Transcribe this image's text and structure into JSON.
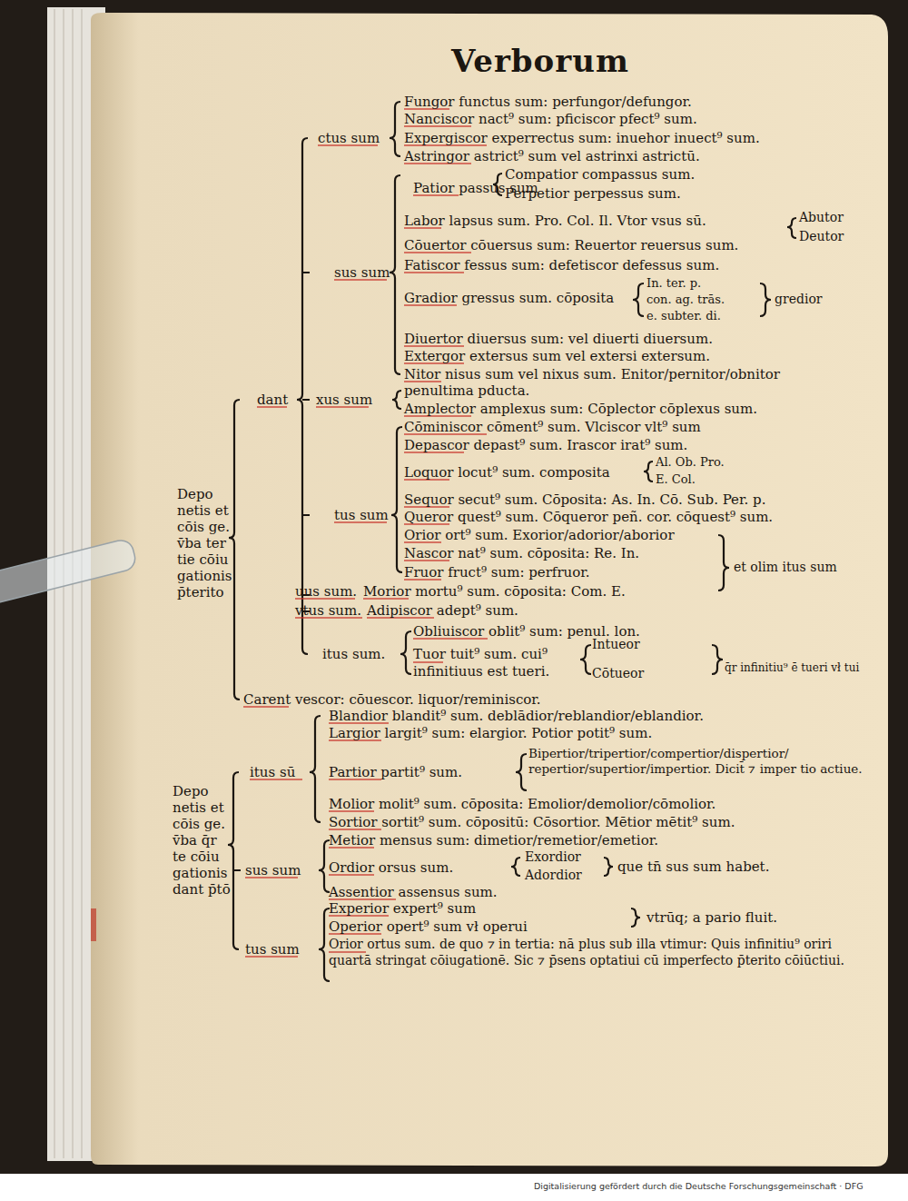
{
  "diagram": {
    "title": "Verborum",
    "labels": [
      "Fungor functus sum: perfungor/defungor.",
      "Nanciscor nact⁹ sum: pficiscor pfect⁹ sum.",
      "ctus sum",
      "Expergiscor experrectus sum: inuehor inuect⁹ sum.",
      "Astringor astrict⁹ sum vel astrinxi astrictū.",
      "Compatior compassus sum.",
      "Patior passus sum",
      "Perpetior perpessus sum.",
      "Labor lapsus sum. Pro. Col. Il. Vtor vsus sū.",
      "Abutor",
      "Deutor",
      "Cōuertor cōuersus sum: Reuertor reuersus sum.",
      "sus sum",
      "Fatiscor fessus sum: defetiscor defessus sum.",
      "In. ter. p.",
      "Gradior gressus sum. cōposita",
      "con. ag. trās.",
      "gredior",
      "e. subter. di.",
      "Diuertor diuersus sum: vel diuerti diuersum.",
      "Extergor extersus sum vel extersi extersum.",
      "Nitor nisus sum vel nixus sum. Enitor/pernitor/obnitor",
      "penultima pducta.",
      "dant",
      "xus sum",
      "Amplector amplexus sum: Cōplector cōplexus sum.",
      "Cōminiscor cōment⁹ sum. Vlciscor vlt⁹ sum",
      "Depascor depast⁹ sum. Irascor irat⁹ sum.",
      "Al. Ob. Pro.",
      "Loquor locut⁹ sum. composita",
      "E. Col.",
      "Depo netis et cōis ge. v̄ba ter tie cōiu gationis p̄terito",
      "Sequor secut⁹ sum. Cōposita: As. In. Cō. Sub. Per. p.",
      "tus sum",
      "Queror quest⁹ sum. Cōqueror peñ. cor. cōquest⁹ sum.",
      "Orior ort⁹ sum. Exorior/adorior/aborior",
      "Nascor nat⁹ sum. cōposita: Re. In.",
      "et olim itus sum",
      "Fruor fruct⁹ sum: perfruor.",
      "uus sum.",
      "Morior mortu⁹ sum. cōposita: Com. E.",
      "vtus sum.",
      "Adipiscor adept⁹ sum.",
      "Obliuiscor oblit⁹ sum: penul. lon.",
      "Intueor",
      "itus sum.",
      "Tuor tuit⁹ sum. cui⁹ infinitiuus est tueri.",
      "q̄r infinitiu⁹ ē tueri vł tui",
      "Cōtueor",
      "Carent vescor: cōuescor. liquor/reminiscor.",
      "Blandior blandit⁹ sum. deblādior/reblandior/eblandior.",
      "Largior largit⁹ sum: elargior. Potior potit⁹ sum.",
      "Bipertior/tripertior/compertior/dispertior/ repertior/supertior/impertior. Dicit̄ ⁊ imper tio actiue.",
      "itus sū",
      "Partior partit⁹ sum.",
      "Depo netis et cōis ge. v̄ba q̄r te cōiu gationis dant p̄tō",
      "Molior molit⁹ sum. cōposita: Emolior/demolior/cōmolior.",
      "Sortior sortit⁹ sum. cōpositū: Cōsortior. Mētior mētit⁹ sum.",
      "Metior mensus sum: dimetior/remetior/emetior.",
      "Exordior",
      "Ordior orsus sum.",
      "que tn̄ sus sum habet.",
      "sus sum",
      "Adordior",
      "Assentior assensus sum.",
      "Experior expert⁹ sum",
      "vtrūq; a pario fluit.",
      "Operior opert⁹ sum vł operui",
      "tus sum",
      "Orior ortus sum. de quo ⁊ in tertia: nā plus sub illa vtimur: Quis infinitiu⁹ oriri quartā stringat cōiugationē. Sic ⁊ p̄sens optatiui cū imperfecto p̄terito cōiūctiui.",
      "Digitalisierung gefördert durch die Deutsche Forschungsgemeinschaft · DFG"
    ]
  }
}
